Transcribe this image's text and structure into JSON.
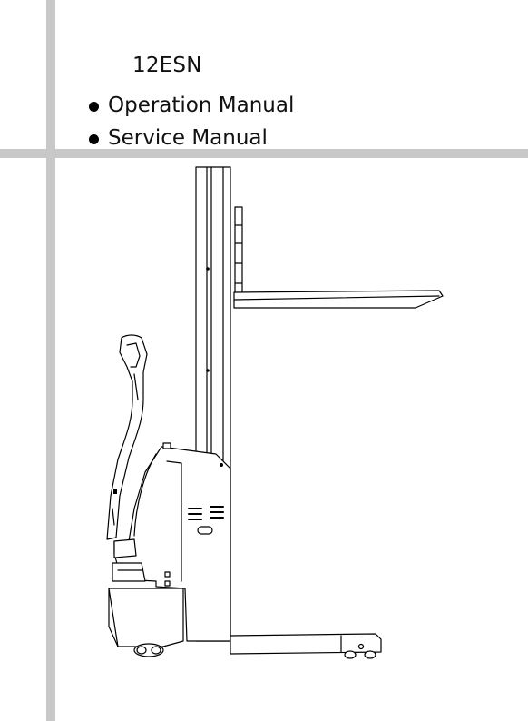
{
  "model": "12ESN",
  "manuals": [
    {
      "label": "Operation Manual",
      "icon": "bullet-icon"
    },
    {
      "label": "Service Manual",
      "icon": "bullet-icon"
    }
  ],
  "illustration": "stacker-illustration",
  "colors": {
    "bar": "#c8c8c8",
    "line": "#000000"
  }
}
